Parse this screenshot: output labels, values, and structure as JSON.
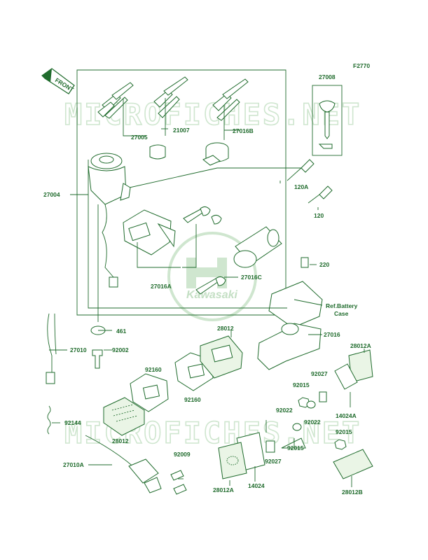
{
  "diagram": {
    "code": "F2770",
    "front_label": "FRONT",
    "watermark": "MICROFICHES.NET",
    "logo_text": "Kawasaki",
    "ref_battery_case": [
      "Ref.Battery",
      "Case"
    ],
    "part_labels": {
      "p27008": "27008",
      "p27005": "27005",
      "p21007": "21007",
      "p27016B": "27016B",
      "p27004": "27004",
      "p120A": "120A",
      "p120": "120",
      "p220": "220",
      "p27016A": "27016A",
      "p27016C": "27016C",
      "p461": "461",
      "p27010": "27010",
      "p92002": "92002",
      "p28012_top": "28012",
      "p27016": "27016",
      "p28012A_right": "28012A",
      "p92160_left": "92160",
      "p92160_mid": "92160",
      "p92015_a": "92015",
      "p92027_a": "92027",
      "p92022_a": "92022",
      "p92022_b": "92022",
      "p14024A": "14024A",
      "p92144": "92144",
      "p28012_left": "28012",
      "p92015_b": "92015",
      "p92015_c": "92015",
      "p92027_b": "92027",
      "p27010A": "27010A",
      "p92009": "92009",
      "p28012A_bottom": "28012A",
      "p14024": "14024",
      "p28012B": "28012B"
    }
  }
}
